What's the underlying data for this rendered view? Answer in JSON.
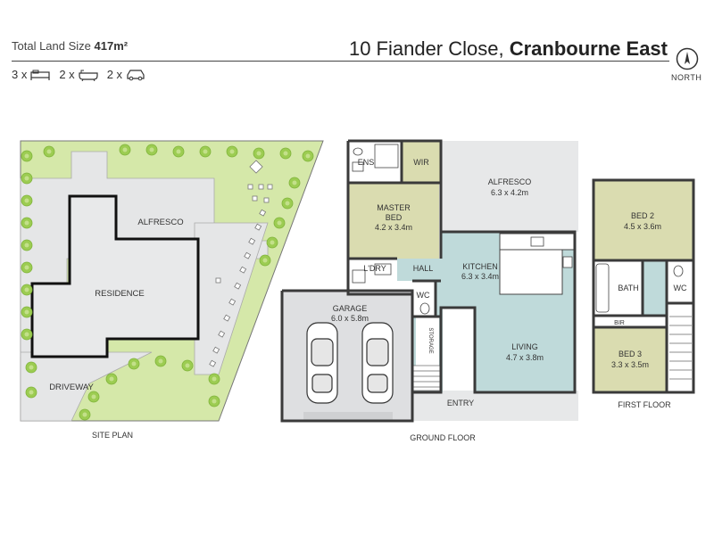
{
  "header": {
    "land_size_label": "Total Land Size",
    "land_size_value": "417m²",
    "address_street": "10 Fiander Close,",
    "address_suburb": "Cranbourne East",
    "features": [
      {
        "count": "3 x",
        "icon": "bed-icon"
      },
      {
        "count": "2 x",
        "icon": "bath-icon"
      },
      {
        "count": "2 x",
        "icon": "car-icon"
      }
    ],
    "north_label": "NORTH"
  },
  "site_plan": {
    "title": "SITE PLAN",
    "labels": {
      "alfresco": "ALFRESCO",
      "residence": "RESIDENCE",
      "driveway": "DRIVEWAY"
    }
  },
  "ground_floor": {
    "title": "GROUND FLOOR",
    "rooms": {
      "ens": "ENS",
      "wir": "WIR",
      "master_name": "MASTER",
      "master_name2": "BED",
      "master_size": "4.2 x 3.4m",
      "alfresco_name": "ALFRESCO",
      "alfresco_size": "6.3 x 4.2m",
      "ldry": "L'DRY",
      "hall": "HALL",
      "kitchen_name": "KITCHEN",
      "kitchen_size": "6.3 x 3.4m",
      "garage_name": "GARAGE",
      "garage_size": "6.0 x 5.8m",
      "wc": "WC",
      "storage": "STORAGE",
      "living_name": "LIVING",
      "living_size": "4.7 x 3.8m",
      "entry": "ENTRY"
    }
  },
  "first_floor": {
    "title": "FIRST FLOOR",
    "rooms": {
      "bed2_name": "BED 2",
      "bed2_size": "4.5 x 3.6m",
      "bath": "BATH",
      "wc": "WC",
      "bir": "BIR",
      "bed3_name": "BED 3",
      "bed3_size": "3.3 x 3.5m"
    }
  },
  "colors": {
    "lawn": "#d5e8a9",
    "tree": "#9ccc52",
    "paving": "#e7e8e9",
    "bedroom": "#dadcb0",
    "living": "#bfdada",
    "garage": "#dedfe1",
    "wet": "#ffffff",
    "wall": "#3a3a3a"
  }
}
